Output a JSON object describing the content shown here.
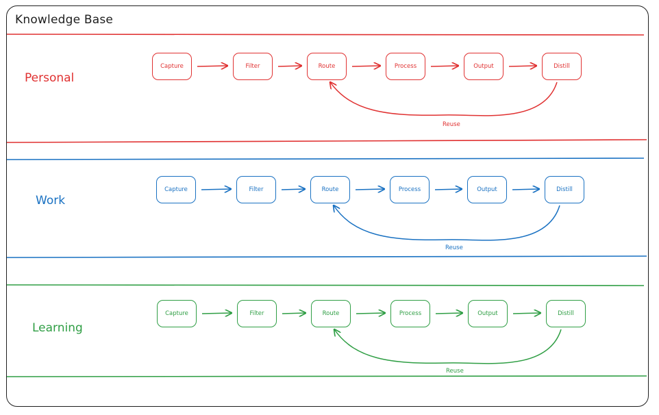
{
  "title": "Knowledge Base",
  "reuse_label": "Reuse",
  "lanes": [
    {
      "name": "Personal",
      "color": "#e03131",
      "stages": [
        "Capture",
        "Filter",
        "Route",
        "Process",
        "Output",
        "Distill"
      ]
    },
    {
      "name": "Work",
      "color": "#1971c2",
      "stages": [
        "Capture",
        "Filter",
        "Route",
        "Process",
        "Output",
        "Distill"
      ]
    },
    {
      "name": "Learning",
      "color": "#2f9e44",
      "stages": [
        "Capture",
        "Filter",
        "Route",
        "Process",
        "Output",
        "Distill"
      ]
    }
  ]
}
